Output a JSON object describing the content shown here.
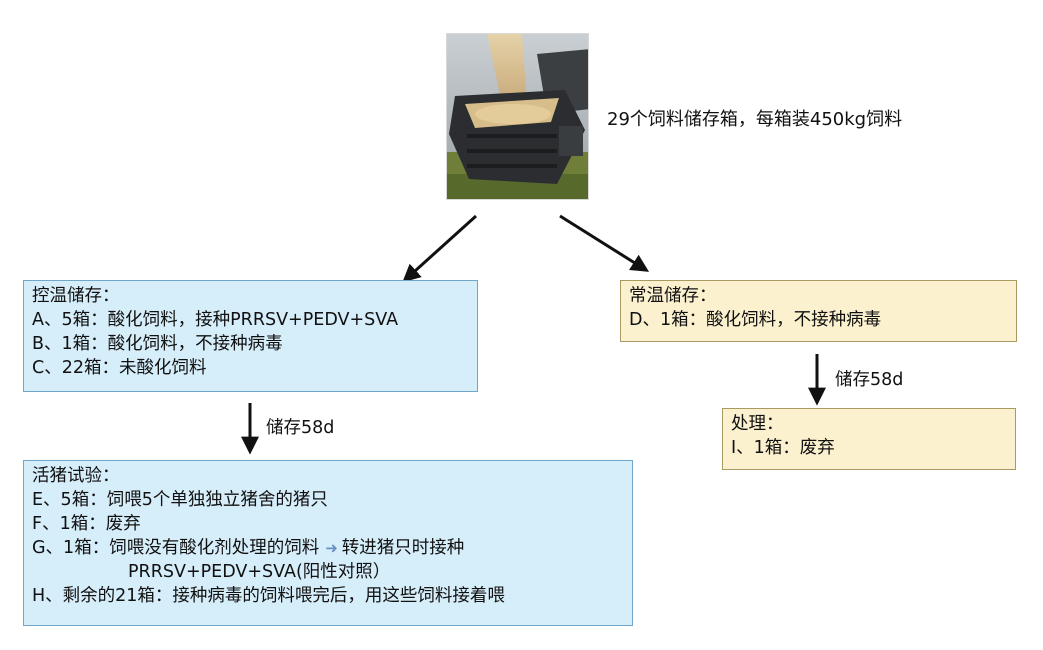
{
  "caption": "29个饲料储存箱，每箱装450kg饲料",
  "controlled_storage": {
    "title": "控温储存：",
    "items": [
      "A、5箱：酸化饲料，接种PRRSV+PEDV+SVA",
      "B、1箱：酸化饲料，不接种病毒",
      "C、22箱：未酸化饲料"
    ]
  },
  "ambient_storage": {
    "title": "常温储存：",
    "items": [
      "D、1箱：酸化饲料，不接种病毒"
    ]
  },
  "storage_label_left": "储存58d",
  "storage_label_right": "储存58d",
  "treatment": {
    "title": "处理：",
    "items": [
      "I、1箱：废弃"
    ]
  },
  "live_pig_trial": {
    "title": "活猪试验：",
    "item_e": "E、5箱：饲喂5个单独独立猪舍的猪只",
    "item_f": "F、1箱：废弃",
    "item_g_part1": "G、1箱：饲喂没有酸化剂处理的饲料",
    "item_g_part2": "转进猪只时接种",
    "item_g_line2": "PRRSV+PEDV+SVA(阳性对照）",
    "item_h": "H、剩余的21箱：接种病毒的饲料喂完后，用这些饲料接着喂"
  },
  "colors": {
    "blue_box_fill": "#d6edfa",
    "blue_box_border": "#6fa6c9",
    "yellow_box_fill": "#fbf1cf",
    "yellow_box_border": "#a99a62",
    "arrow": "#111111",
    "inline_arrow": "#6a8fc2"
  },
  "icons": {
    "inline_arrow": "arrow-right-icon"
  }
}
